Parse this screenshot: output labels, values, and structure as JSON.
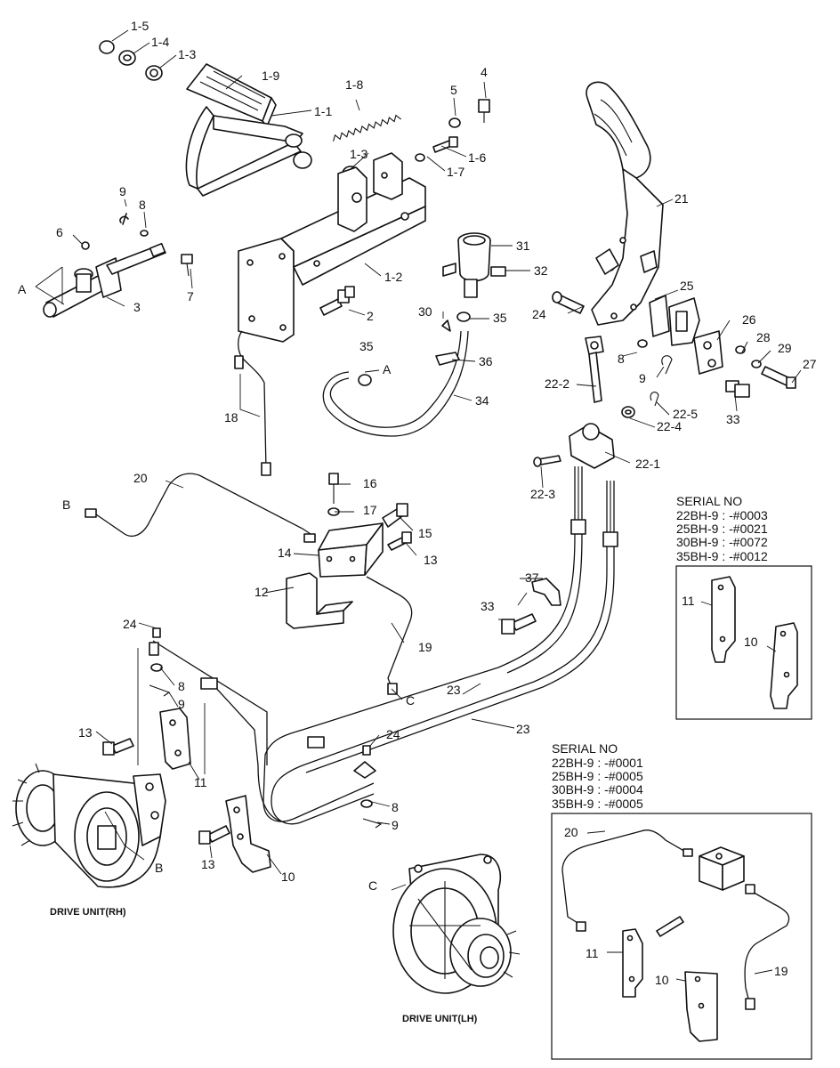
{
  "part_labels": {
    "p1_5": "1-5",
    "p1_4": "1-4",
    "p1_3a": "1-3",
    "p1_9": "1-9",
    "p1_1": "1-1",
    "p1_8": "1-8",
    "p1_3b": "1-3",
    "p5": "5",
    "p4": "4",
    "p1_6": "1-6",
    "p1_7": "1-7",
    "p9a": "9",
    "p8a": "8",
    "p6": "6",
    "pA1": "A",
    "p3": "3",
    "p7": "7",
    "p1_2": "1-2",
    "p2": "2",
    "p31": "31",
    "p32": "32",
    "p30": "30",
    "p35a": "35",
    "p35b": "35",
    "pA2": "A",
    "p36": "36",
    "p34": "34",
    "p21": "21",
    "p24a": "24",
    "p25": "25",
    "p26": "26",
    "p28": "28",
    "p29": "29",
    "p27": "27",
    "p8b": "8",
    "p9b": "9",
    "p22_2": "22-2",
    "p22_5": "22-5",
    "p22_4": "22-4",
    "p33a": "33",
    "p22_1": "22-1",
    "p22_3": "22-3",
    "p18": "18",
    "p20": "20",
    "pB1": "B",
    "p16": "16",
    "p17": "17",
    "p15": "15",
    "p14": "14",
    "p13a": "13",
    "p12": "12",
    "p19": "19",
    "pC1": "C",
    "p37": "37",
    "p33b": "33",
    "p24b": "24",
    "p8c": "8",
    "p9c": "9",
    "p13b": "13",
    "p11a": "11",
    "pB2": "B",
    "p23a": "23",
    "p23b": "23",
    "p24c": "24",
    "p8d": "8",
    "p9d": "9",
    "p13c": "13",
    "p10a": "10",
    "pC2": "C",
    "p11b": "11",
    "p10b": "10",
    "p20b": "20",
    "p11c": "11",
    "p10c": "10",
    "p19b": "19"
  },
  "inset_top": {
    "heading": "SERIAL NO",
    "lines": [
      "22BH-9 : -#0003",
      "25BH-9 : -#0021",
      "30BH-9 : -#0072",
      "35BH-9 : -#0012"
    ]
  },
  "inset_bottom": {
    "heading": "SERIAL NO",
    "lines": [
      "22BH-9 : -#0001",
      "25BH-9 : -#0005",
      "30BH-9 : -#0004",
      "35BH-9 : -#0005"
    ]
  },
  "captions": {
    "drive_rh": "DRIVE UNIT(RH)",
    "drive_lh": "DRIVE UNIT(LH)"
  }
}
